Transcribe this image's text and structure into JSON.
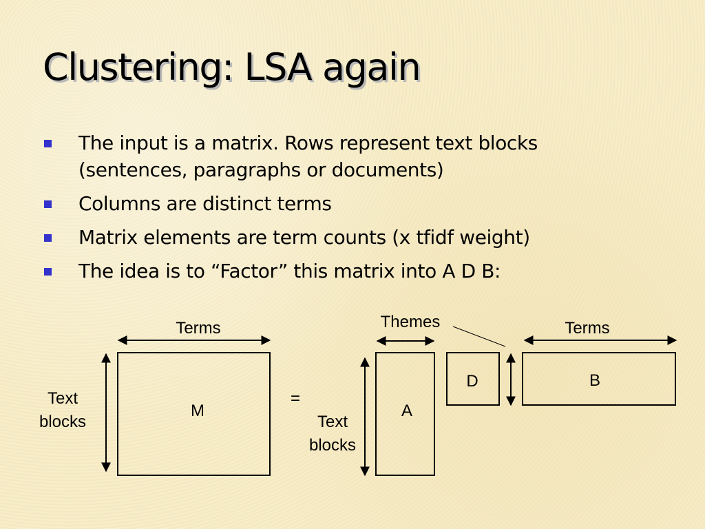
{
  "slide": {
    "title": "Clustering: LSA again",
    "bullets": [
      "The input is a matrix. Rows represent text blocks (sentences, paragraphs or documents)",
      "Columns are distinct terms",
      "Matrix elements are term counts (x tfidf weight)",
      "The idea is to “Factor” this matrix into A D B:"
    ],
    "bullet_color": "#3333cc"
  },
  "diagram": {
    "terms_label_left": "Terms",
    "text_blocks_left": [
      "Text",
      "blocks"
    ],
    "matrix_m": "M",
    "equals": "=",
    "themes_label": "Themes",
    "text_blocks_right": [
      "Text",
      "blocks"
    ],
    "matrix_a": "A",
    "matrix_d": "D",
    "terms_label_right": "Terms",
    "matrix_b": "B"
  }
}
